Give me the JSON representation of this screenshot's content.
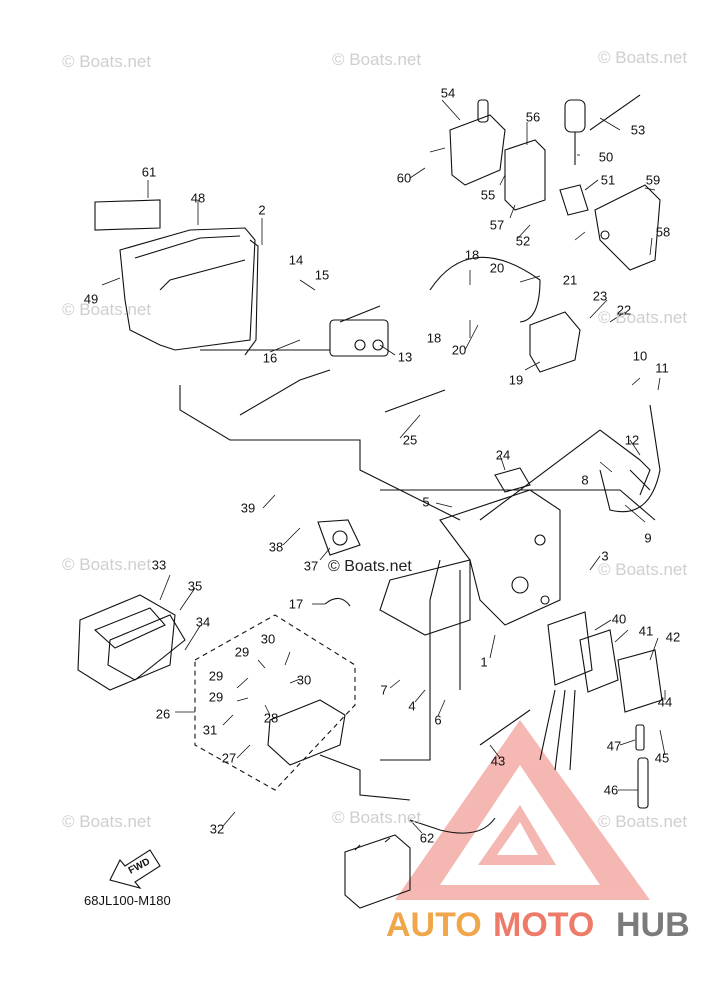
{
  "watermark_text": "© Boats.net",
  "center_copyright": "© Boats.net",
  "part_code": "68JL100-M180",
  "fwd_label": "FWD",
  "brand": {
    "part1": "AUTO",
    "part2": "MOTO",
    "part3": "HUB"
  },
  "colors": {
    "logo_red": "#e8352b",
    "logo_orange": "#f0a64a",
    "logo_grey": "#7b7b7b",
    "line": "#111111"
  },
  "parts": [
    "2",
    "3",
    "4",
    "5",
    "6",
    "7",
    "8",
    "9",
    "10",
    "11",
    "12",
    "13",
    "14",
    "15",
    "16",
    "17",
    "18",
    "18",
    "19",
    "20",
    "20",
    "21",
    "22",
    "23",
    "24",
    "25",
    "26",
    "27",
    "28",
    "29",
    "29",
    "29",
    "30",
    "30",
    "31",
    "32",
    "33",
    "34",
    "35",
    "37",
    "38",
    "39",
    "40",
    "41",
    "42",
    "43",
    "44",
    "45",
    "46",
    "47",
    "48",
    "49",
    "50",
    "51",
    "52",
    "53",
    "54",
    "55",
    "56",
    "57",
    "58",
    "59",
    "60",
    "61",
    "62",
    "1"
  ]
}
